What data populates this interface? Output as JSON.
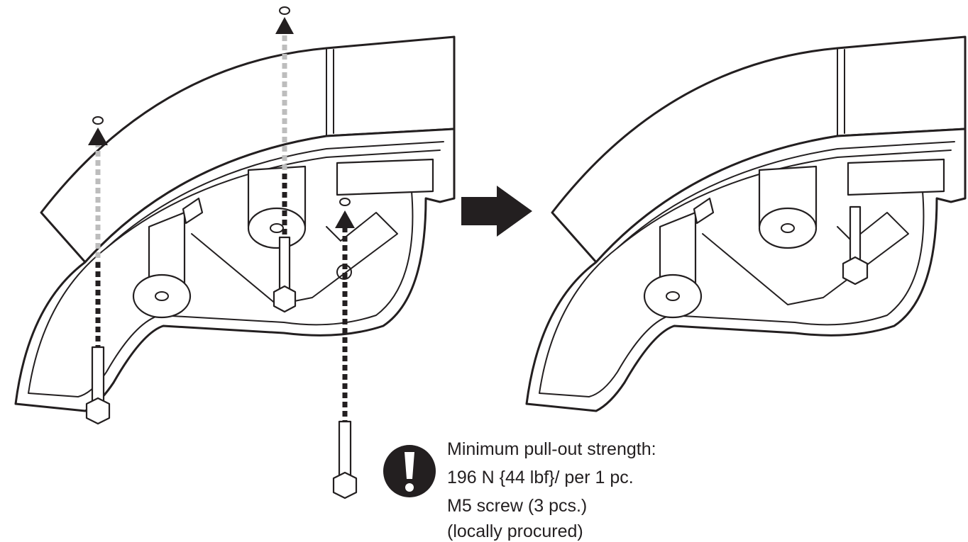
{
  "note": {
    "lines": [
      "Minimum pull-out strength:",
      "196 N {44 lbf}/ per 1 pc.",
      "M5 screw (3 pcs.)",
      "(locally procured)"
    ]
  },
  "icons": {
    "warning": "exclamation-icon",
    "arrow": "right-arrow-icon",
    "screw": "hex-screw-icon"
  },
  "colors": {
    "line": "#231f20",
    "gray_path": "#bdbdbd",
    "background": "#ffffff"
  }
}
